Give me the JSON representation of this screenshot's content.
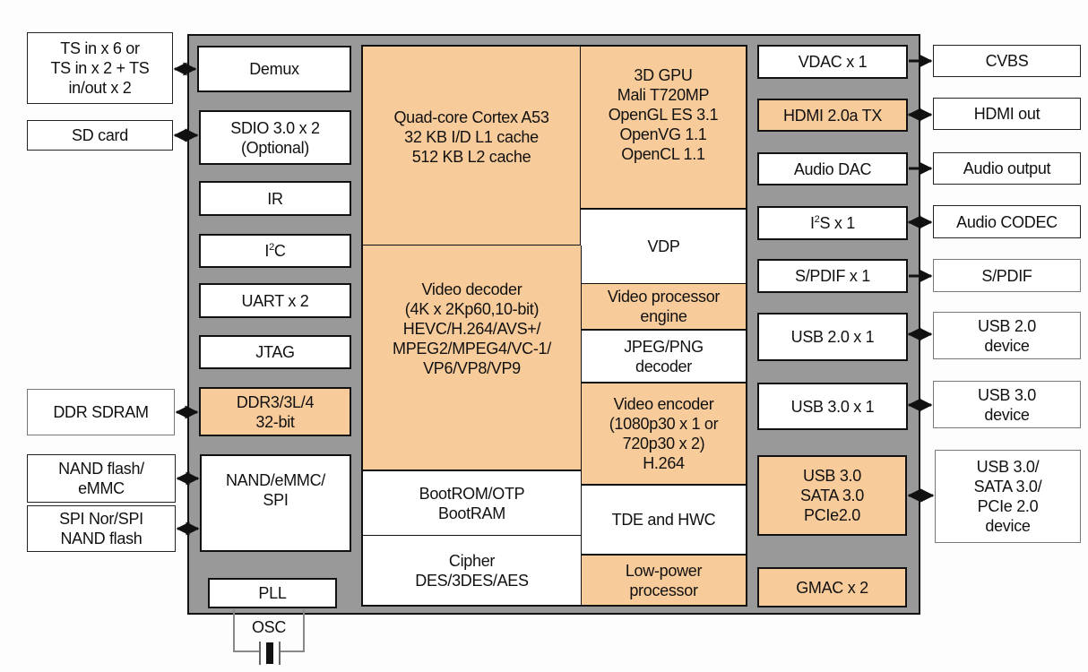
{
  "external_left": [
    {
      "id": "ts",
      "label": "TS in x 6 or\nTS in x 2 + TS\nin/out x 2"
    },
    {
      "id": "sd",
      "label": "SD card"
    },
    {
      "id": "ddr",
      "label": "DDR SDRAM"
    },
    {
      "id": "nand",
      "label": "NAND flash/\neMMC"
    },
    {
      "id": "spi",
      "label": "SPI Nor/SPI\nNAND flash"
    }
  ],
  "chip_left": [
    {
      "id": "demux",
      "label": "Demux"
    },
    {
      "id": "sdio",
      "label": "SDIO 3.0 x 2\n(Optional)"
    },
    {
      "id": "ir",
      "label": "IR"
    },
    {
      "id": "i2c",
      "label_pre": "I",
      "label_sup": "2",
      "label_post": "C"
    },
    {
      "id": "uart",
      "label": "UART x 2"
    },
    {
      "id": "jtag",
      "label": "JTAG"
    },
    {
      "id": "ddrctl",
      "label": "DDR3/3L/4\n32-bit"
    },
    {
      "id": "nandctl",
      "label": "NAND/eMMC/\nSPI"
    },
    {
      "id": "pll",
      "label": "PLL"
    }
  ],
  "chip_center": [
    {
      "id": "cpu",
      "label": "Quad-core Cortex A53\n32 KB I/D L1 cache\n512 KB L2 cache"
    },
    {
      "id": "gpu",
      "label": "3D GPU\nMali T720MP\nOpenGL ES 3.1\nOpenVG 1.1\nOpenCL 1.1"
    },
    {
      "id": "vdp",
      "label": "VDP"
    },
    {
      "id": "vpe",
      "label": "Video processor\nengine"
    },
    {
      "id": "vdec",
      "label": "Video decoder\n(4K x 2Kp60,10-bit)\nHEVC/H.264/AVS+/\nMPEG2/MPEG4/VC-1/\nVP6/VP8/VP9"
    },
    {
      "id": "jpeg",
      "label": "JPEG/PNG\ndecoder"
    },
    {
      "id": "venc",
      "label": "Video encoder\n(1080p30 x 1 or\n720p30 x 2)\nH.264"
    },
    {
      "id": "boot",
      "label": "BootROM/OTP\nBootRAM"
    },
    {
      "id": "tde",
      "label": "TDE and HWC"
    },
    {
      "id": "cipher",
      "label": "Cipher\nDES/3DES/AES"
    },
    {
      "id": "lpp",
      "label": "Low-power\nprocessor"
    }
  ],
  "chip_right": [
    {
      "id": "vdac",
      "label": "VDAC x 1"
    },
    {
      "id": "hdmi",
      "label": "HDMI 2.0a TX"
    },
    {
      "id": "adac",
      "label": "Audio DAC"
    },
    {
      "id": "i2s",
      "label_pre": "I",
      "label_sup": "2",
      "label_post": "S x 1"
    },
    {
      "id": "spdif",
      "label": "S/PDIF x 1"
    },
    {
      "id": "usb2",
      "label": "USB 2.0 x 1"
    },
    {
      "id": "usb3",
      "label": "USB 3.0 x 1"
    },
    {
      "id": "combo",
      "label": "USB 3.0\nSATA 3.0\nPCIe2.0"
    },
    {
      "id": "gmac",
      "label": "GMAC x 2"
    }
  ],
  "external_right": [
    {
      "id": "cvbs",
      "label": "CVBS"
    },
    {
      "id": "hdmiout",
      "label": "HDMI out"
    },
    {
      "id": "aout",
      "label": "Audio output"
    },
    {
      "id": "codec",
      "label": "Audio CODEC"
    },
    {
      "id": "spdifout",
      "label": "S/PDIF"
    },
    {
      "id": "usb2dev",
      "label": "USB 2.0\ndevice"
    },
    {
      "id": "usb3dev",
      "label": "USB 3.0\ndevice"
    },
    {
      "id": "combodev",
      "label": "USB 3.0/\nSATA 3.0/\nPCIe 2.0\ndevice"
    }
  ],
  "osc": {
    "label": "OSC"
  },
  "colors": {
    "accent_orange": "#f8cb9a",
    "chip_gray": "#999999"
  }
}
